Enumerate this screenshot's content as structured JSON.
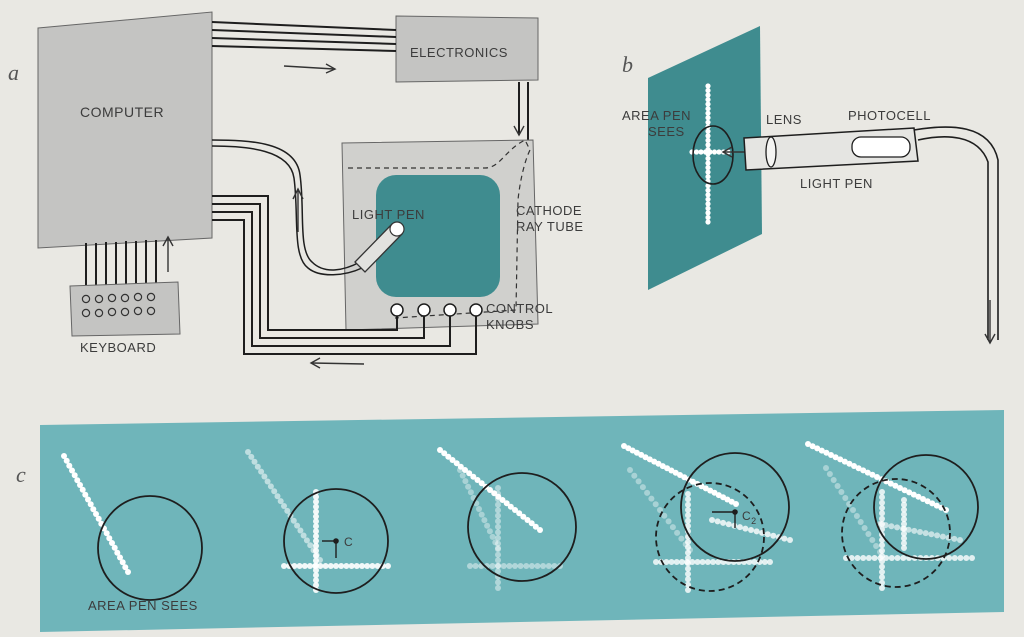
{
  "panels": {
    "a": "a",
    "b": "b",
    "c": "c"
  },
  "labels": {
    "computer": "COMPUTER",
    "electronics": "ELECTRONICS",
    "light_pen": "LIGHT PEN",
    "cathode": "CATHODE",
    "ray_tube": "RAY TUBE",
    "control": "CONTROL",
    "knobs": "KNOBS",
    "keyboard": "KEYBOARD",
    "area_pen": "AREA PEN",
    "sees": "SEES",
    "lens": "LENS",
    "photocell": "PHOTOCELL",
    "light_pen_b": "LIGHT PEN",
    "area_pen_sees": "AREA PEN SEES",
    "c_label": "C",
    "c2_label": "C",
    "c2_sub": "2"
  },
  "colors": {
    "paper": "#e9e8e3",
    "box_fill": "#c4c4c2",
    "teal_screen": "#3f8c8f",
    "teal_strip": "#6fb5ba",
    "line": "#1e1e1e",
    "dots": "#ffffff"
  }
}
